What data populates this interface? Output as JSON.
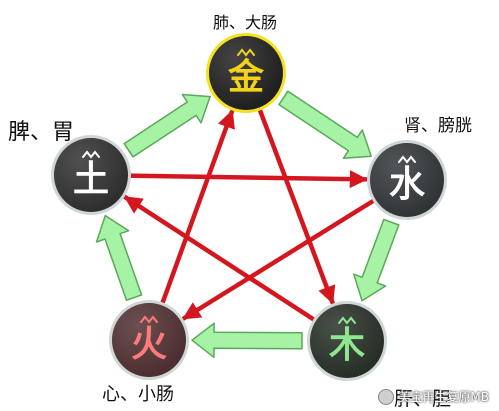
{
  "elements": [
    {
      "id": "metal",
      "char": "金",
      "organs": "肺、大肠",
      "glyph_color": "#f2d21a",
      "circle_color": "#1b1b1b",
      "ring_color": "#f4e21e"
    },
    {
      "id": "water",
      "char": "水",
      "organs": "肾、膀胱",
      "glyph_color": "#ffffff",
      "circle_color": "#2c3033",
      "ring_color": "#cfd6d6"
    },
    {
      "id": "wood",
      "char": "木",
      "organs": "肝、胆",
      "glyph_color": "#8fe78f",
      "circle_color": "#222a22",
      "ring_color": "#cfd6d6"
    },
    {
      "id": "fire",
      "char": "火",
      "organs": "心、小肠",
      "glyph_color": "#ff7a7a",
      "circle_color": "#4a2a2c",
      "ring_color": "#cfd6d6"
    },
    {
      "id": "earth",
      "char": "土",
      "organs": "脾、胃",
      "glyph_color": "#ffffff",
      "circle_color": "#2a2a2a",
      "ring_color": "#cfd6d6"
    }
  ],
  "generating_cycle": [
    [
      "metal",
      "water"
    ],
    [
      "water",
      "wood"
    ],
    [
      "wood",
      "fire"
    ],
    [
      "fire",
      "earth"
    ],
    [
      "earth",
      "metal"
    ]
  ],
  "controlling_cycle": [
    [
      "metal",
      "wood"
    ],
    [
      "wood",
      "earth"
    ],
    [
      "earth",
      "water"
    ],
    [
      "water",
      "fire"
    ],
    [
      "fire",
      "metal"
    ]
  ],
  "colors": {
    "generating": "#a6f3a6",
    "generating_stroke": "#5aa85a",
    "controlling": "#d4171e"
  },
  "watermark": {
    "text": "美宝再生复原MB",
    "icon": "wechat-icon"
  }
}
